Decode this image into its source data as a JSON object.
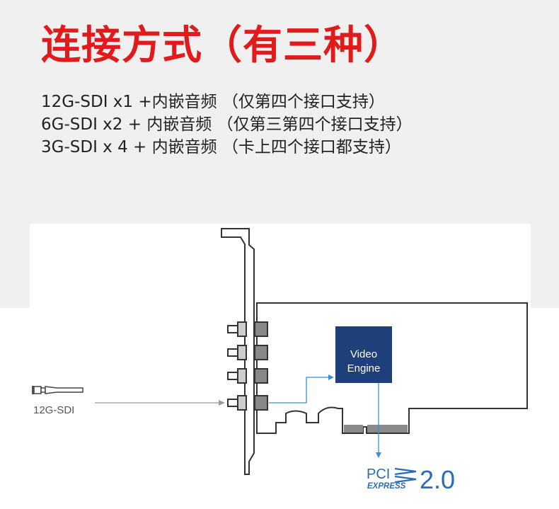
{
  "title": "连接方式（有三种）",
  "descriptions": [
    "12G-SDI x1 +内嵌音频 （仅第四个接口支持）",
    "6G-SDI x2 + 内嵌音频 （仅第三第四个接口支持）",
    "3G-SDI x 4 + 内嵌音频 （卡上四个接口都支持）"
  ],
  "diagram": {
    "connector_label": "12G-SDI",
    "chip_label_line1": "Video",
    "chip_label_line2": "Engine",
    "pci_logo_line1": "PCI",
    "pci_logo_line2": "EXPRESS",
    "pci_version": "2.0",
    "colors": {
      "title_red": "#e11b1b",
      "chip_blue": "#1f3f7a",
      "arrow_blue": "#3a8fd6",
      "pci_blue": "#2b6cb8"
    }
  }
}
